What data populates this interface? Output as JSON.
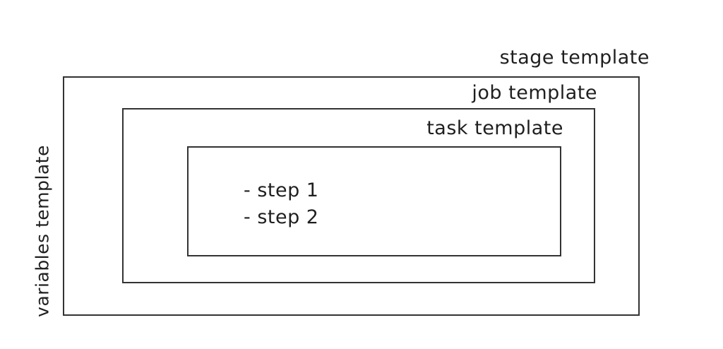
{
  "diagram": {
    "colors": {
      "background": "#ffffff",
      "line": "#333333",
      "text": "#1f1f1f"
    },
    "labels": {
      "stage": "stage template",
      "job": "job template",
      "task": "task template",
      "variables": "variables template"
    },
    "steps": [
      "- step 1",
      "- step 2"
    ]
  }
}
